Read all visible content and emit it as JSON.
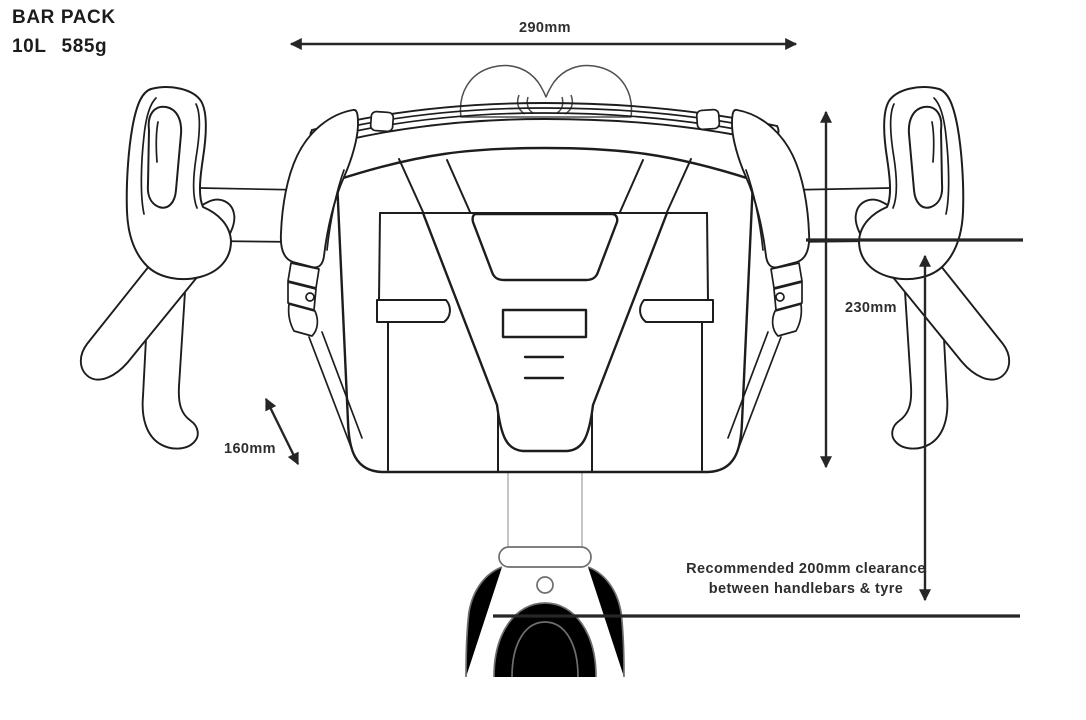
{
  "header": {
    "title": "BAR PACK",
    "capacity": "10L",
    "weight": "585g"
  },
  "dimensions": {
    "width_label": "290mm",
    "height_label": "230mm",
    "depth_label": "160mm"
  },
  "clearance_note": {
    "line1": "Recommended 200mm clearance",
    "line2": "between handlebars & tyre"
  },
  "colors": {
    "ink": "#262626",
    "artwork_line": "#1d1d1d",
    "fork_gray": "#6e6e6e",
    "headtube_gray": "#b7b7b7",
    "background": "#ffffff"
  }
}
